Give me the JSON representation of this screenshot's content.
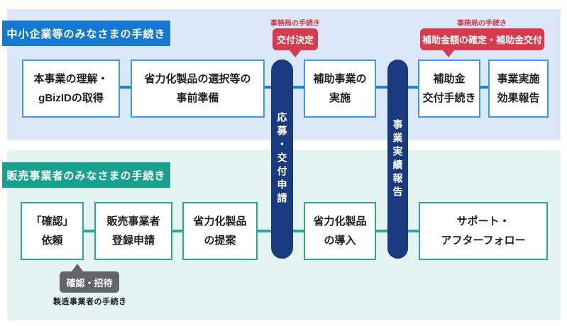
{
  "top_section": {
    "header": "中小企業等のみなさまの手続き",
    "boxes": [
      {
        "label": "本事業の理解・\ngBizIDの取得"
      },
      {
        "label": "省力化製品の選択等の\n事前準備"
      },
      {
        "label": "補助事業の\n実施"
      },
      {
        "label": "補助金\n交付手続き"
      },
      {
        "label": "事業実施\n効果報告"
      }
    ],
    "office_labels": [
      {
        "caption": "事務局の手続き",
        "bubble": "交付決定"
      },
      {
        "caption": "事務局の手続き",
        "bubble": "補助金額の確定・補助金交付"
      }
    ]
  },
  "bottom_section": {
    "header": "販売事業者のみなさまの手続き",
    "boxes": [
      {
        "label": "「確認」\n依頼"
      },
      {
        "label": "販売事業者\n登録申請"
      },
      {
        "label": "省力化製品\nの提案"
      },
      {
        "label": "省力化製品\nの導入"
      },
      {
        "label": "サポート・\nアフターフォロー"
      }
    ],
    "manufacturer": {
      "bubble": "確認・招待",
      "caption": "製造事業者の手続き"
    }
  },
  "milestones": [
    {
      "label": "応募・交付申請"
    },
    {
      "label": "事業実績報告"
    }
  ],
  "colors": {
    "top_band": "#dbe8f7",
    "top_header_bg": "#1478d2",
    "top_box_border": "#3e98e8",
    "top_connector": "#1781dc",
    "bottom_band": "#e4f4f0",
    "bottom_header_bg": "#18a18c",
    "bottom_box_border": "#2ca695",
    "milestone_bg": "#193a7e",
    "secretariat_red": "#d63c4d",
    "manufacturer_gray": "#616568"
  }
}
